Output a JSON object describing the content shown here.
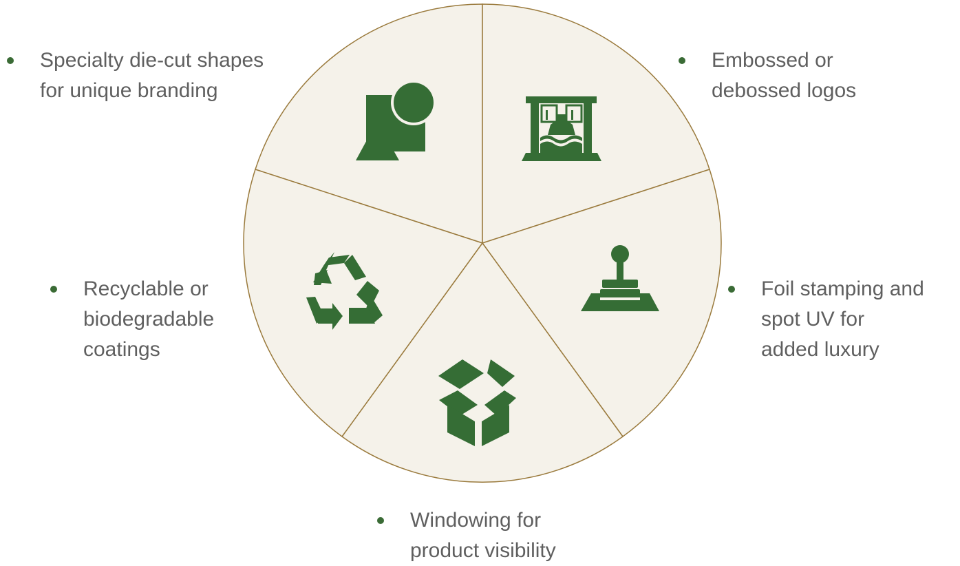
{
  "colors": {
    "segment_fill": "#f5f2ea",
    "segment_stroke": "#9a7a3c",
    "icon": "#356d35",
    "bullet": "#3a6b35",
    "text": "#5f5f5f"
  },
  "segments": [
    {
      "id": "die-cut",
      "icon": "shapes-icon",
      "label": "Specialty die-cut shapes\nfor unique branding"
    },
    {
      "id": "embossed",
      "icon": "press-icon",
      "label": "Embossed or\ndebossed logos"
    },
    {
      "id": "foil",
      "icon": "stamp-icon",
      "label": "Foil stamping and\nspot UV for\nadded luxury"
    },
    {
      "id": "windowing",
      "icon": "open-box-icon",
      "label": "Windowing for\nproduct visibility"
    },
    {
      "id": "recyclable",
      "icon": "recycle-icon",
      "label": "Recyclable or\nbiodegradable\ncoatings"
    }
  ]
}
